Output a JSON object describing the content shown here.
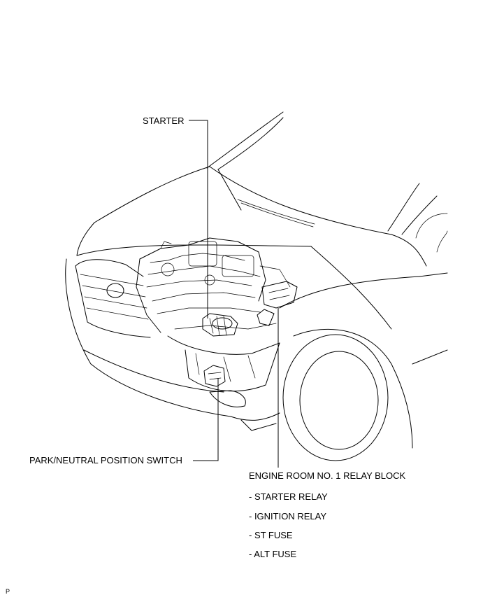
{
  "labels": {
    "starter": "STARTER",
    "pnp_switch": "PARK/NEUTRAL POSITION SWITCH",
    "relay_block": "ENGINE ROOM NO. 1 RELAY BLOCK"
  },
  "relay_block_items": [
    "- STARTER RELAY",
    "- IGNITION RELAY",
    "- ST FUSE",
    "- ALT FUSE"
  ],
  "corner_mark": "P"
}
